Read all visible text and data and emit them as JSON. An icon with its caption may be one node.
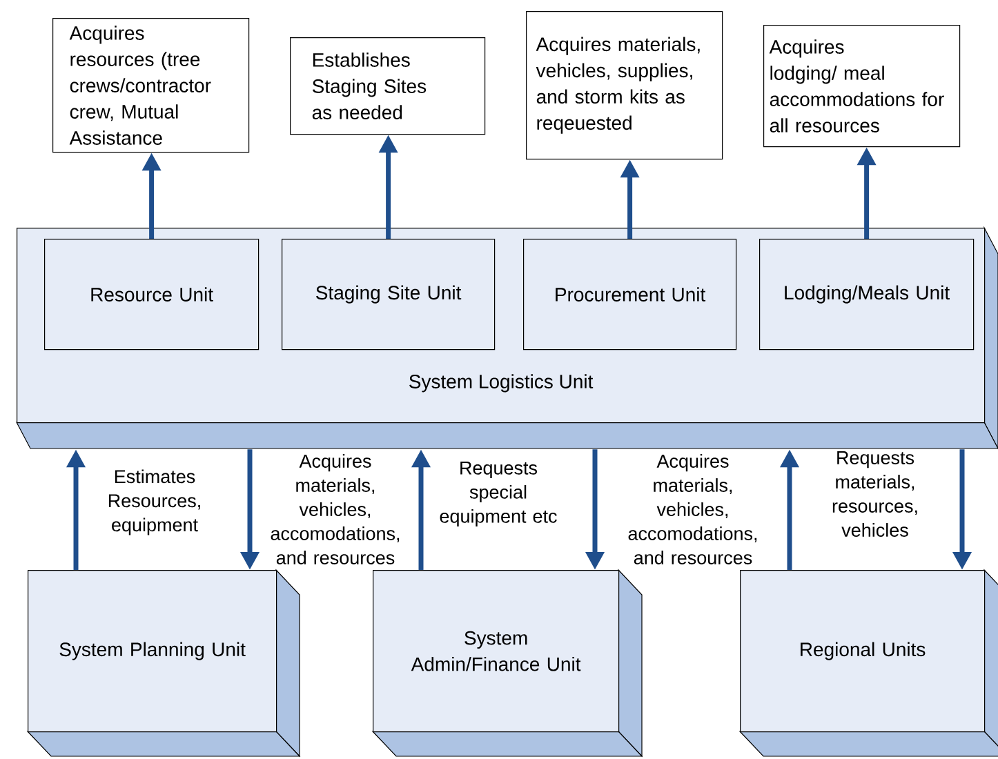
{
  "diagram": {
    "nodes": [
      {
        "text": [
          "System Logistics Unit"
        ]
      },
      {
        "text": [
          "Resource Unit"
        ],
        "in": 0
      },
      {
        "text": [
          "Staging Site Unit"
        ],
        "in": 0
      },
      {
        "text": [
          "Procurement Unit"
        ],
        "in": 0
      },
      {
        "text": [
          "Lodging/Meals Unit"
        ],
        "in": 0
      },
      {
        "text": [
          "Acquires resources (tree crews/contractor crew, Mutual Assistance"
        ]
      },
      {
        "text": [
          "Establishes Staging Sites as needed"
        ]
      },
      {
        "text": [
          "Acquires materials, vehicles, supplies, and storm kits as reqeuested"
        ]
      },
      {
        "text": [
          "Acquires lodging/ meal accommodations for all resources"
        ]
      },
      {
        "text": [
          "System Planning Unit"
        ]
      },
      {
        "text": [
          "System Admin/Finance Unit"
        ]
      },
      {
        "text": [
          "Regional Units"
        ]
      }
    ],
    "edges": [
      {
        "from": 1,
        "to": 5,
        "arrow": "to"
      },
      {
        "from": 2,
        "to": 6,
        "arrow": "to"
      },
      {
        "from": 3,
        "to": 7,
        "arrow": "to"
      },
      {
        "from": 4,
        "to": 8,
        "arrow": "to"
      },
      {
        "from": 9,
        "to": 0,
        "arrow": "to",
        "label": "Estimates Resources, equipment"
      },
      {
        "from": 0,
        "to": 9,
        "arrow": "to",
        "label": "Acquires materials, vehicles, accomodations, and resources"
      },
      {
        "from": 10,
        "to": 0,
        "arrow": "to",
        "label": "Requests special equipment etc"
      },
      {
        "from": 0,
        "to": 10,
        "arrow": "to",
        "label": "Acquires materials, vehicles, accomodations, and resources"
      },
      {
        "from": 11,
        "to": 0,
        "arrow": "to",
        "label": "Requests materials, resources, vehicles"
      },
      {
        "from": 0,
        "to": 11,
        "arrow": "to"
      }
    ]
  }
}
